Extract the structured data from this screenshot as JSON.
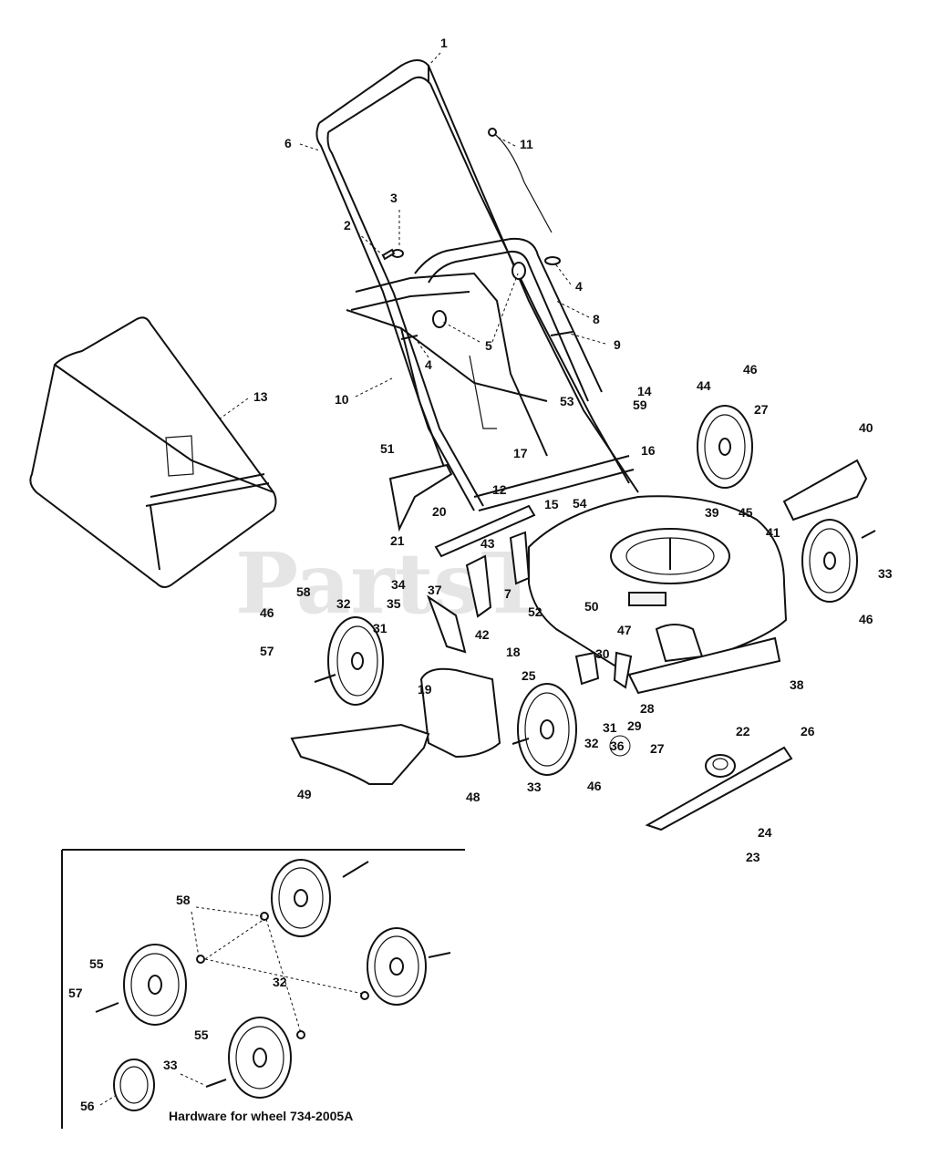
{
  "watermark": "PartsTree",
  "inset": {
    "caption": "Hardware for wheel 734-2005A"
  },
  "labels": [
    {
      "id": "l1",
      "text": "1"
    },
    {
      "id": "l2",
      "text": "2"
    },
    {
      "id": "l3",
      "text": "3"
    },
    {
      "id": "l4a",
      "text": "4"
    },
    {
      "id": "l4b",
      "text": "4"
    },
    {
      "id": "l5",
      "text": "5"
    },
    {
      "id": "l6",
      "text": "6"
    },
    {
      "id": "l7",
      "text": "7"
    },
    {
      "id": "l8",
      "text": "8"
    },
    {
      "id": "l9",
      "text": "9"
    },
    {
      "id": "l10",
      "text": "10"
    },
    {
      "id": "l11",
      "text": "11"
    },
    {
      "id": "l12",
      "text": "12"
    },
    {
      "id": "l13",
      "text": "13"
    },
    {
      "id": "l14",
      "text": "14"
    },
    {
      "id": "l15",
      "text": "15"
    },
    {
      "id": "l16",
      "text": "16"
    },
    {
      "id": "l17",
      "text": "17"
    },
    {
      "id": "l18",
      "text": "18"
    },
    {
      "id": "l19",
      "text": "19"
    },
    {
      "id": "l20",
      "text": "20"
    },
    {
      "id": "l21",
      "text": "21"
    },
    {
      "id": "l22",
      "text": "22"
    },
    {
      "id": "l23",
      "text": "23"
    },
    {
      "id": "l24",
      "text": "24"
    },
    {
      "id": "l25",
      "text": "25"
    },
    {
      "id": "l26",
      "text": "26"
    },
    {
      "id": "l27a",
      "text": "27"
    },
    {
      "id": "l27b",
      "text": "27"
    },
    {
      "id": "l28",
      "text": "28"
    },
    {
      "id": "l29",
      "text": "29"
    },
    {
      "id": "l30",
      "text": "30"
    },
    {
      "id": "l31a",
      "text": "31"
    },
    {
      "id": "l31b",
      "text": "31"
    },
    {
      "id": "l32a",
      "text": "32"
    },
    {
      "id": "l32b",
      "text": "32"
    },
    {
      "id": "l32c",
      "text": "32"
    },
    {
      "id": "l33a",
      "text": "33"
    },
    {
      "id": "l33b",
      "text": "33"
    },
    {
      "id": "l33c",
      "text": "33"
    },
    {
      "id": "l34",
      "text": "34"
    },
    {
      "id": "l35",
      "text": "35"
    },
    {
      "id": "l36",
      "text": "36"
    },
    {
      "id": "l37",
      "text": "37"
    },
    {
      "id": "l38",
      "text": "38"
    },
    {
      "id": "l39",
      "text": "39"
    },
    {
      "id": "l40",
      "text": "40"
    },
    {
      "id": "l41",
      "text": "41"
    },
    {
      "id": "l42",
      "text": "42"
    },
    {
      "id": "l43",
      "text": "43"
    },
    {
      "id": "l44",
      "text": "44"
    },
    {
      "id": "l45",
      "text": "45"
    },
    {
      "id": "l46a",
      "text": "46"
    },
    {
      "id": "l46b",
      "text": "46"
    },
    {
      "id": "l46c",
      "text": "46"
    },
    {
      "id": "l46d",
      "text": "46"
    },
    {
      "id": "l47",
      "text": "47"
    },
    {
      "id": "l48",
      "text": "48"
    },
    {
      "id": "l49",
      "text": "49"
    },
    {
      "id": "l50",
      "text": "50"
    },
    {
      "id": "l51",
      "text": "51"
    },
    {
      "id": "l52",
      "text": "52"
    },
    {
      "id": "l53",
      "text": "53"
    },
    {
      "id": "l54",
      "text": "54"
    },
    {
      "id": "l55a",
      "text": "55"
    },
    {
      "id": "l55b",
      "text": "55"
    },
    {
      "id": "l56",
      "text": "56"
    },
    {
      "id": "l57a",
      "text": "57"
    },
    {
      "id": "l57b",
      "text": "57"
    },
    {
      "id": "l58a",
      "text": "58"
    },
    {
      "id": "l58b",
      "text": "58"
    },
    {
      "id": "l59",
      "text": "59"
    }
  ]
}
